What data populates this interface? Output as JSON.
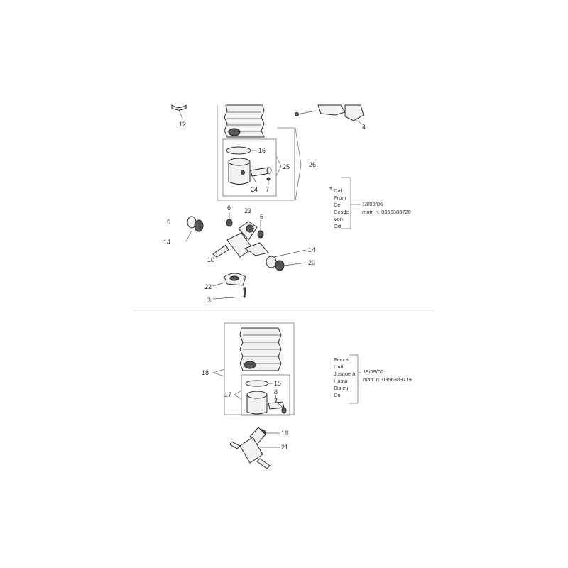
{
  "upper_section": {
    "callouts": [
      "12",
      "4",
      "16",
      "25",
      "26",
      "24",
      "7",
      "5",
      "14",
      "6",
      "23",
      "6",
      "10",
      "14",
      "20",
      "22",
      "3"
    ],
    "note": {
      "marker": "*",
      "lines": [
        "Dal",
        "From",
        "De",
        "Desde",
        "Von",
        "Od"
      ],
      "date": "18/09/06",
      "serial": "matr. n.  0356383720"
    }
  },
  "lower_section": {
    "callouts": [
      "18",
      "15",
      "8",
      "17",
      "7",
      "19",
      "21"
    ],
    "note": {
      "lines": [
        "Fino al",
        "Until",
        "Jusque à",
        "Hasta",
        "Bis zu",
        "Do"
      ],
      "date": "18/09/06",
      "serial": "matr. n.  0356383719"
    }
  },
  "colors": {
    "line": "#2a2a2a",
    "text": "#333333",
    "divider": "#dddddd"
  }
}
